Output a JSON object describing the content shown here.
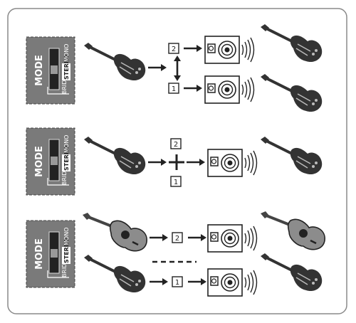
{
  "diagram": {
    "rows": [
      {
        "mode_panel": {
          "title": "MODE",
          "positions": [
            "BRIDGE",
            "STEREO",
            "MONO"
          ],
          "selected": "STEREO"
        },
        "channels": [
          "2",
          "1"
        ],
        "connector": "bidirectional-arrow"
      },
      {
        "mode_panel": {
          "title": "MODE",
          "positions": [
            "BRIDGE",
            "STEREO",
            "MONO"
          ],
          "selected": "STEREO"
        },
        "channels": [
          "2",
          "1"
        ],
        "connector": "plus"
      },
      {
        "mode_panel": {
          "title": "MODE",
          "positions": [
            "BRIDGE",
            "STEREO",
            "MONO"
          ],
          "selected": "STEREO"
        },
        "channels": [
          "2",
          "1"
        ],
        "connector": "dashed-line"
      }
    ],
    "colors": {
      "frame": "#8a8a8a",
      "panel": "#7a7a7a",
      "instrument": "#333333",
      "acoustic_body": "#8c8c8c",
      "outline": "#222222"
    }
  }
}
